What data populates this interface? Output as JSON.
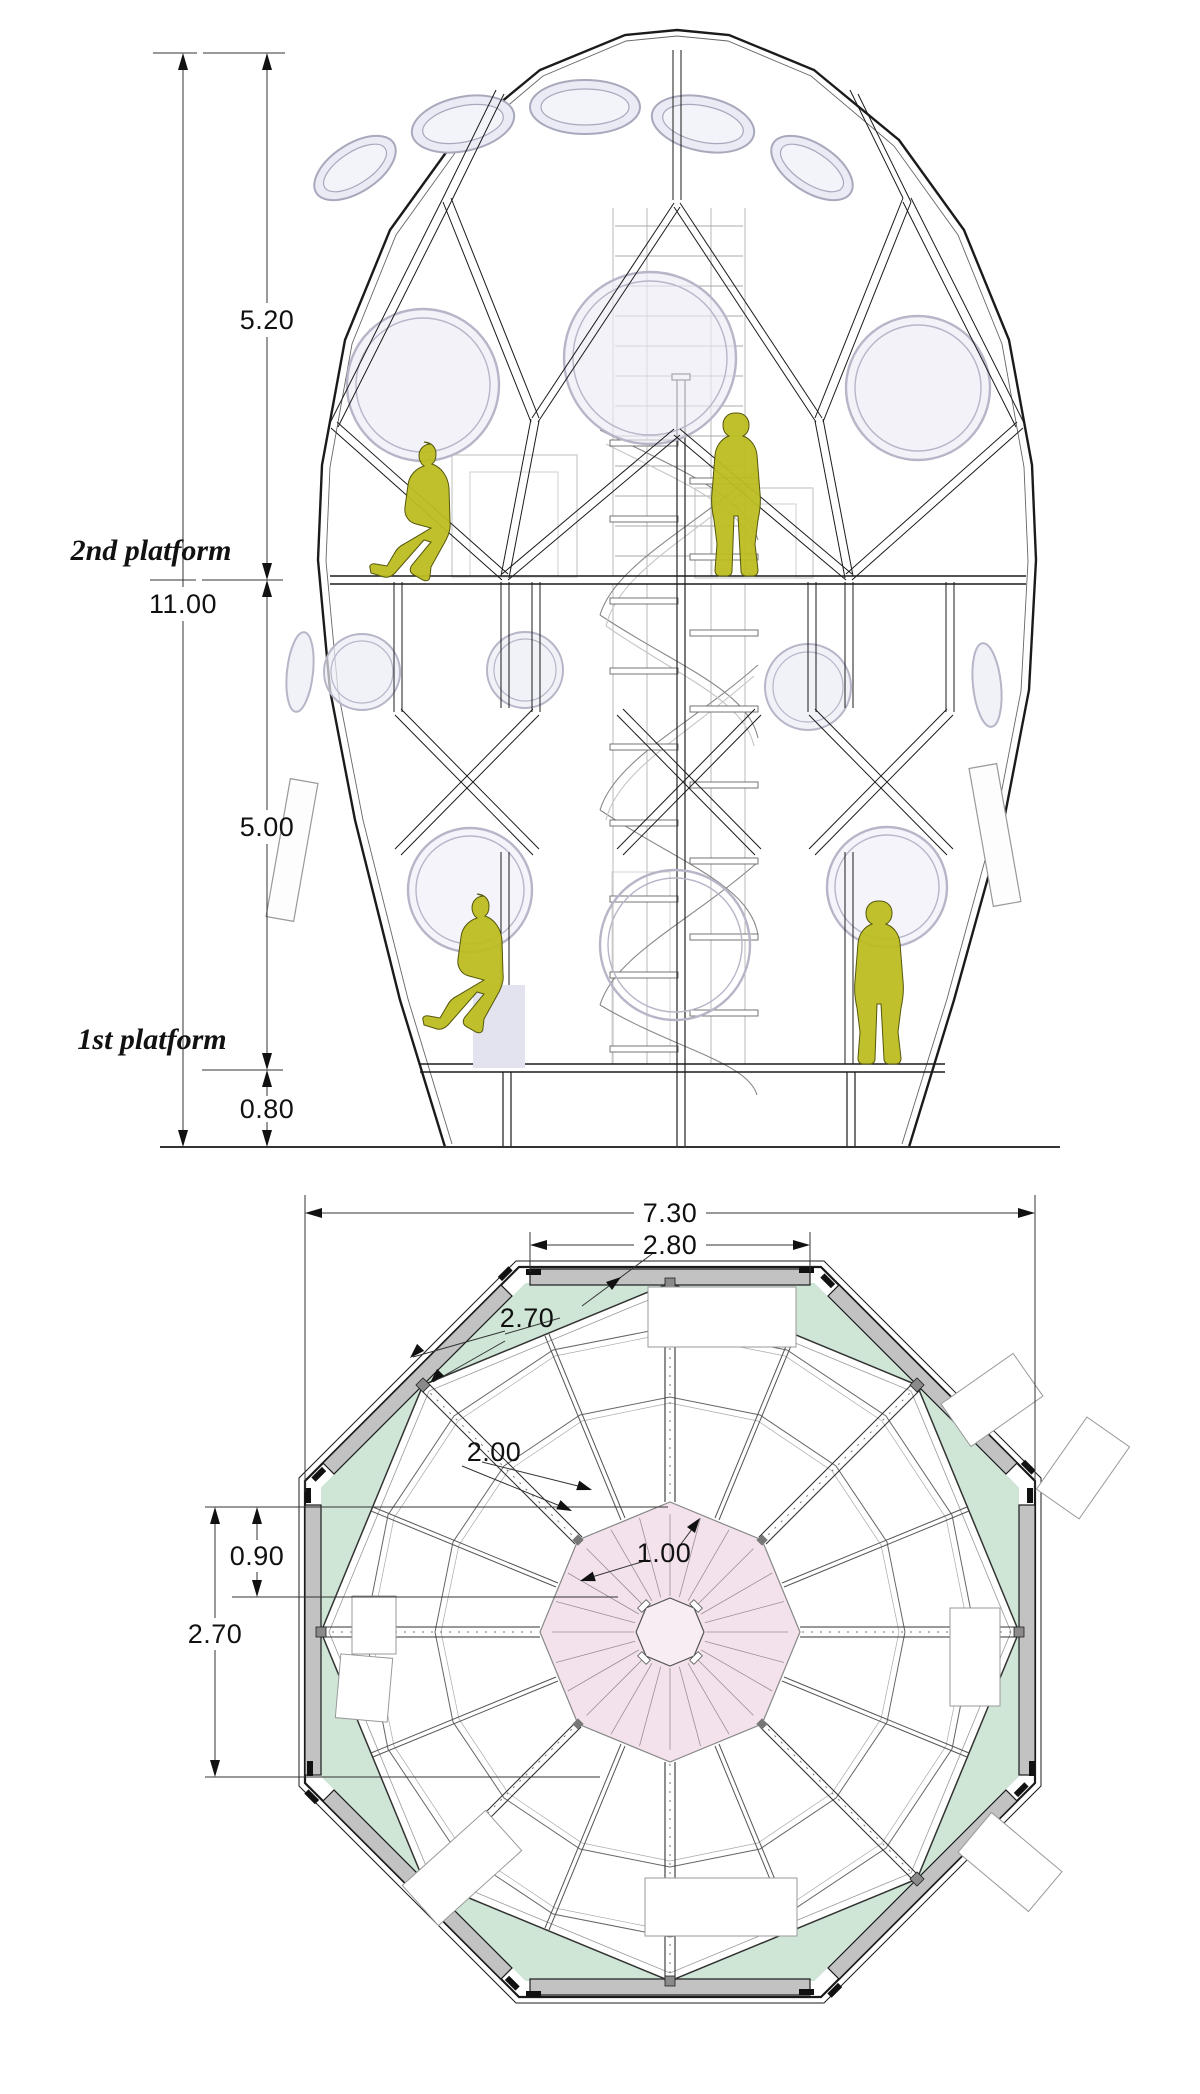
{
  "drawing": {
    "type": "architectural section and plan of an egg-shaped lattice pavilion",
    "views": [
      "section-elevation",
      "floor-plan"
    ]
  },
  "elevation": {
    "label_platform2": "2nd platform",
    "label_platform1": "1st platform",
    "dim_total_height": "11.00",
    "dim_upper_height": "5.20",
    "dim_mid_height": "5.00",
    "dim_base_height": "0.80"
  },
  "plan": {
    "dim_overall_width": "7.30",
    "dim_top_panel": "2.80",
    "dim_corner_panel": "2.70",
    "dim_joist": "2.00",
    "dim_stair_radius": "1.00",
    "dim_band_offset": "0.90",
    "dim_side_panel": "2.70"
  },
  "colors": {
    "figure_olive": "#bcbd20",
    "plan_green": "#cfe6d6",
    "plan_pink": "#f3e2ec",
    "window_fill": "#ebebf5",
    "window_ring": "#b6b6c8",
    "panel_gray": "#c2c2c2",
    "line_dark": "#1b1b1b"
  }
}
